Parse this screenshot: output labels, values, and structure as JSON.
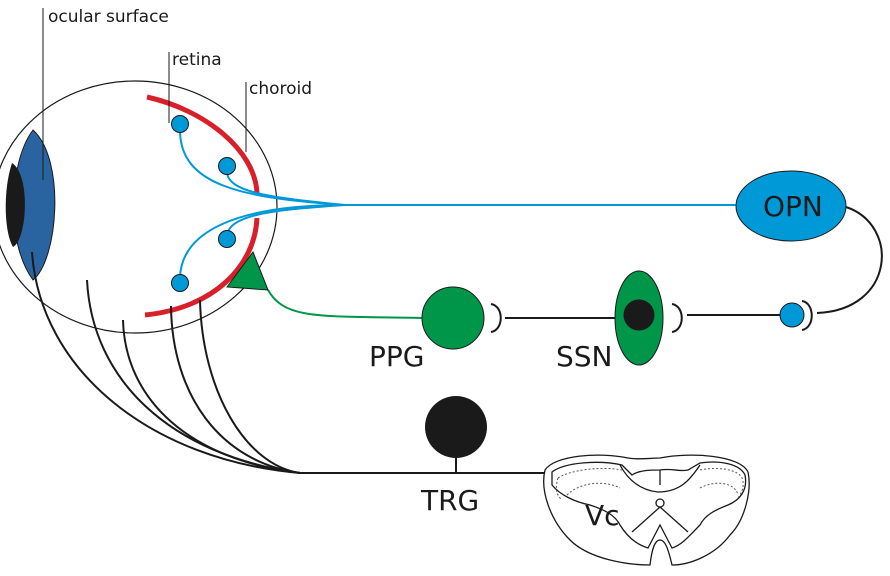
{
  "title": "Ocular neural pathways schematic",
  "labels": {
    "ocular_surface": "ocular surface",
    "retina": "retina",
    "choroid": "choroid",
    "opn": "OPN",
    "ppg": "PPG",
    "ssn": "SSN",
    "trg": "TRG",
    "vc": "Vc"
  },
  "colors": {
    "cornea": "#2a64a0",
    "pupil": "#1a1a1a",
    "choroid": "#d8202a",
    "retinal_neuron": "#0099d8",
    "parasympathetic": "#00964a",
    "sensory": "#1a1a1a",
    "outline": "#1a1a1a"
  },
  "pathways": [
    {
      "name": "retina-to-OPN",
      "color_key": "retinal_neuron"
    },
    {
      "name": "OPN-to-SSN",
      "color_key": "sensory"
    },
    {
      "name": "SSN-to-PPG",
      "color_key": "sensory"
    },
    {
      "name": "PPG-to-choroid",
      "color_key": "parasympathetic"
    },
    {
      "name": "ocular-surface-to-TRG-to-Vc",
      "color_key": "sensory"
    }
  ]
}
